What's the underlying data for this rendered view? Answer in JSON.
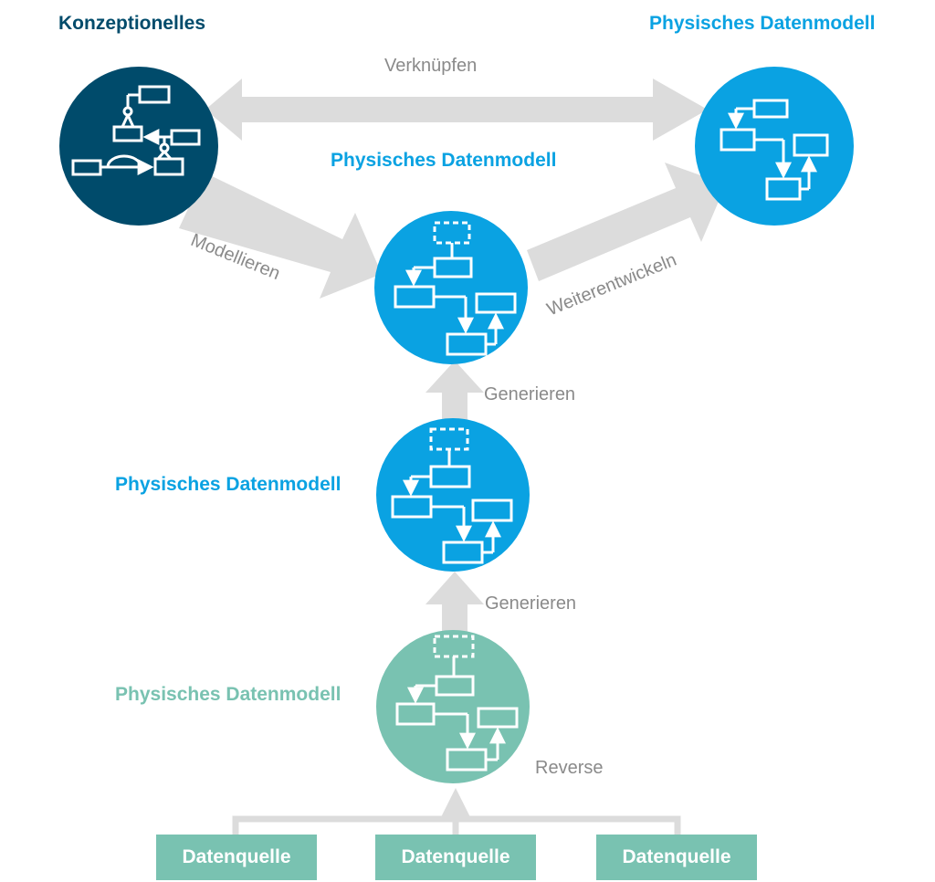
{
  "colors": {
    "dark_blue": "#004b6b",
    "bright_blue": "#0aa2e2",
    "teal": "#79c2b1",
    "arrow_gray": "#dcdcdc",
    "label_gray": "#8a8a8a",
    "datasource_fill": "#79c2b1"
  },
  "titles": {
    "conceptual": "Konzeptionelles",
    "physical_top_right": "Physisches Datenmodell",
    "physical_center": "Physisches Datenmodell",
    "physical_mid_left": "Physisches Datenmodell",
    "physical_bottom_left": "Physisches Datenmodell"
  },
  "edge_labels": {
    "link": "Verknüpfen",
    "model": "Modellieren",
    "evolve": "Weiterentwickeln",
    "generate_upper": "Generieren",
    "generate_lower": "Generieren",
    "reverse": "Reverse"
  },
  "datasources": [
    "Datenquelle",
    "Datenquelle",
    "Datenquelle"
  ]
}
